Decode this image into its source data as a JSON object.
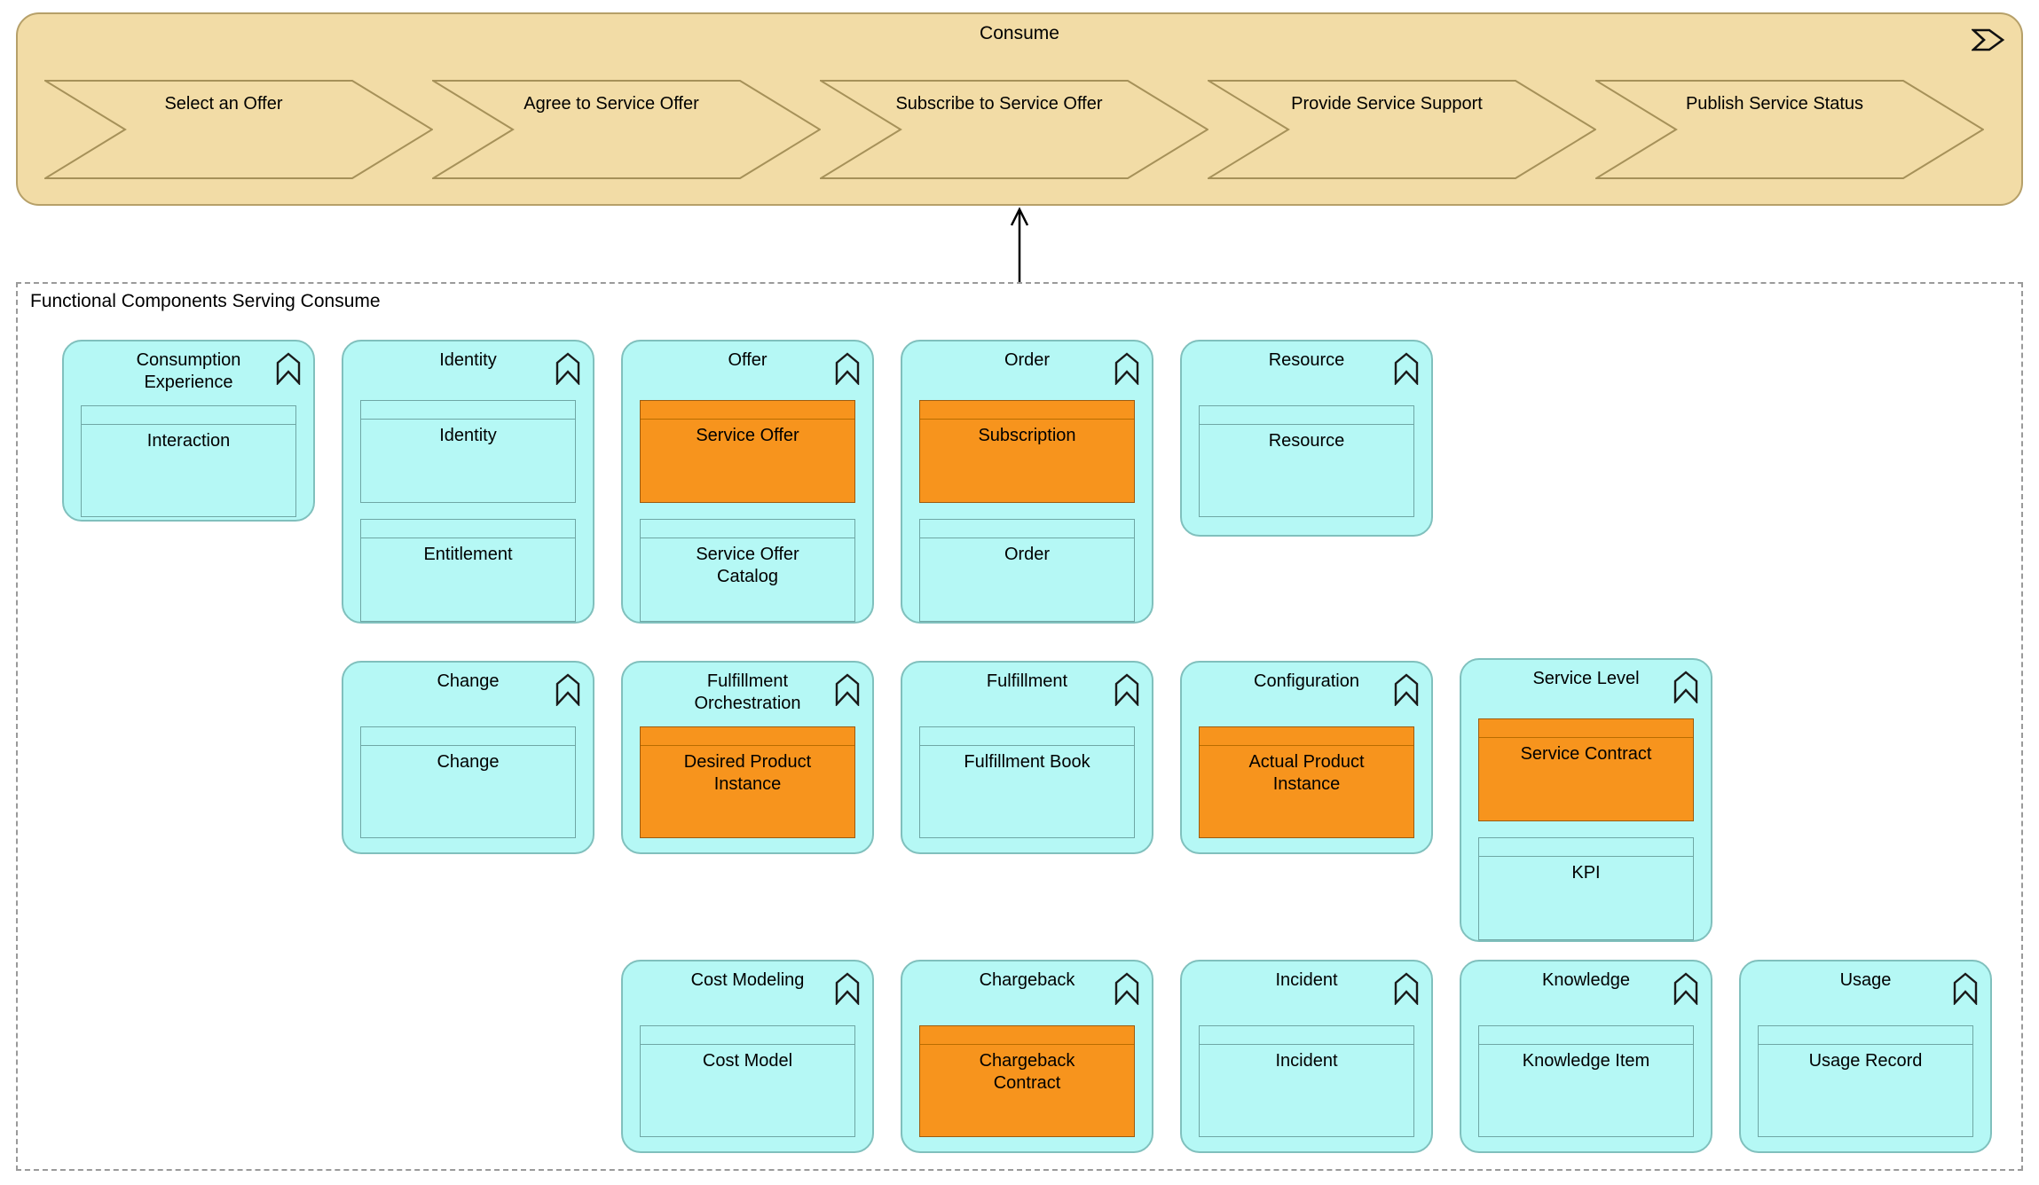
{
  "consume": {
    "title": "Consume",
    "steps": [
      {
        "label": "Select an Offer"
      },
      {
        "label": "Agree to Service Offer"
      },
      {
        "label": "Subscribe to Service Offer"
      },
      {
        "label": "Provide Service Support"
      },
      {
        "label": "Publish Service Status"
      }
    ]
  },
  "components": {
    "title": "Functional Components Serving Consume",
    "rows": [
      {
        "cards": [
          {
            "title": "Consumption Experience",
            "objects": [
              {
                "label": "Interaction",
                "highlight": false
              }
            ]
          },
          {
            "title": "Identity",
            "objects": [
              {
                "label": "Identity",
                "highlight": false
              },
              {
                "label": "Entitlement",
                "highlight": false
              }
            ]
          },
          {
            "title": "Offer",
            "objects": [
              {
                "label": "Service Offer",
                "highlight": true
              },
              {
                "label": "Service Offer Catalog",
                "highlight": false
              }
            ]
          },
          {
            "title": "Order",
            "objects": [
              {
                "label": "Subscription",
                "highlight": true
              },
              {
                "label": "Order",
                "highlight": false
              }
            ]
          },
          {
            "title": "Resource",
            "objects": [
              {
                "label": "Resource",
                "highlight": false
              }
            ]
          }
        ]
      },
      {
        "cards": [
          {
            "title": "Change",
            "objects": [
              {
                "label": "Change",
                "highlight": false
              }
            ]
          },
          {
            "title": "Fulfillment Orchestration",
            "objects": [
              {
                "label": "Desired Product Instance",
                "highlight": true
              }
            ]
          },
          {
            "title": "Fulfillment",
            "objects": [
              {
                "label": "Fulfillment Book",
                "highlight": false
              }
            ]
          },
          {
            "title": "Configuration",
            "objects": [
              {
                "label": "Actual Product Instance",
                "highlight": true
              }
            ]
          },
          {
            "title": "Service Level",
            "objects": [
              {
                "label": "Service Contract",
                "highlight": true
              },
              {
                "label": "KPI",
                "highlight": false
              }
            ]
          }
        ]
      },
      {
        "cards": [
          {
            "title": "Cost Modeling",
            "objects": [
              {
                "label": "Cost Model",
                "highlight": false
              }
            ]
          },
          {
            "title": "Chargeback",
            "objects": [
              {
                "label": "Chargeback Contract",
                "highlight": true
              }
            ]
          },
          {
            "title": "Incident",
            "objects": [
              {
                "label": "Incident",
                "highlight": false
              }
            ]
          },
          {
            "title": "Knowledge",
            "objects": [
              {
                "label": "Knowledge Item",
                "highlight": false
              }
            ]
          },
          {
            "title": "Usage",
            "objects": [
              {
                "label": "Usage Record",
                "highlight": false
              }
            ]
          }
        ]
      }
    ]
  },
  "colors": {
    "band_fill": "#f2dca6",
    "band_border": "#b6a069",
    "chevron_stroke": "#a69159",
    "card_fill": "#b5f8f5",
    "card_border": "#80c0bd",
    "object_border": "#6fa7a5",
    "highlight_fill": "#f7941d",
    "highlight_border": "#9c5c10",
    "dashed_border": "#9a9a9a",
    "arrow": "#000000"
  }
}
